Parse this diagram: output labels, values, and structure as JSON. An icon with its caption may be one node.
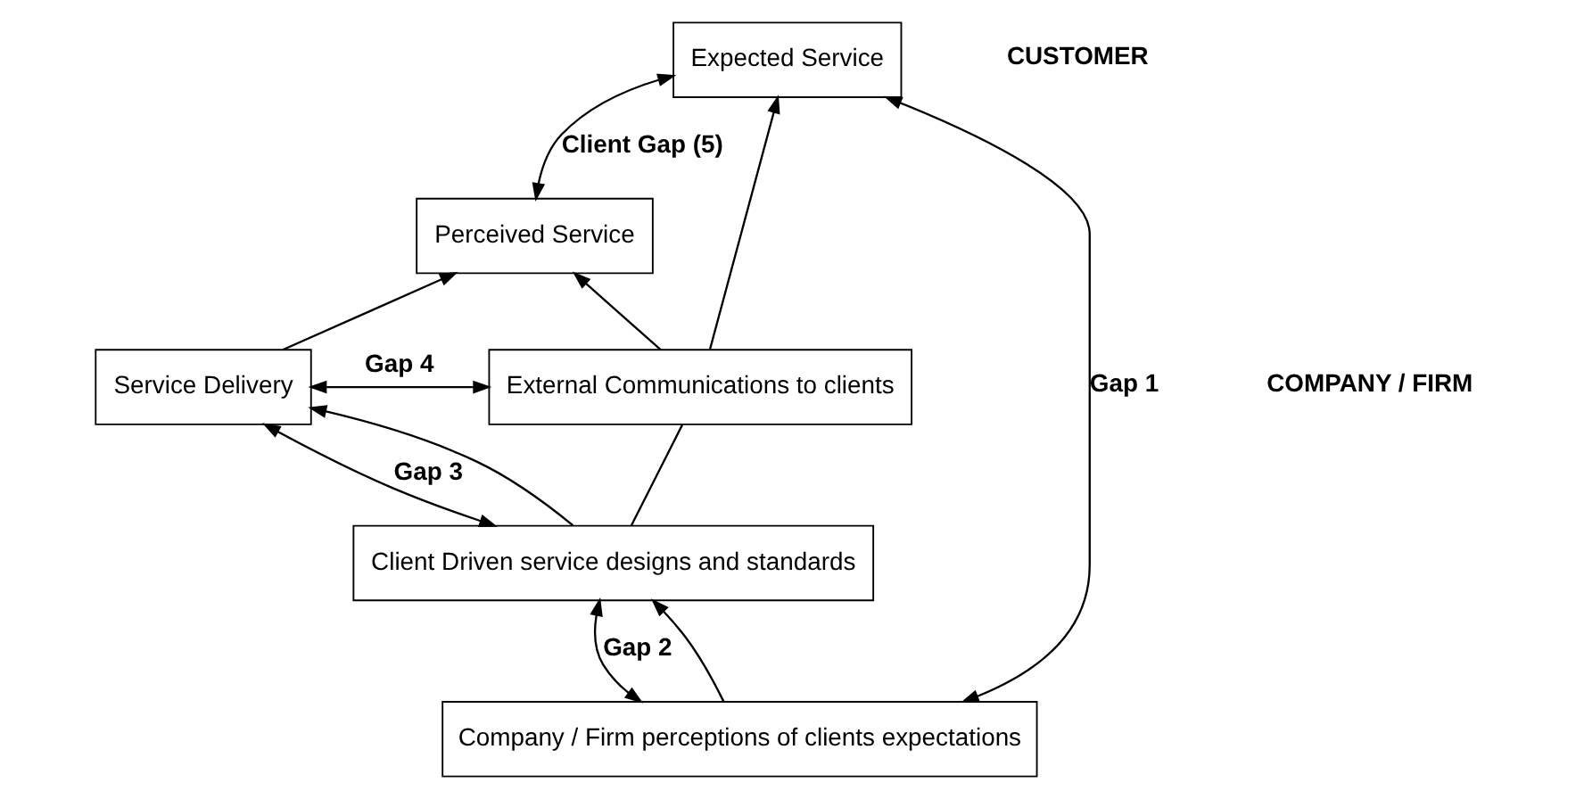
{
  "diagram": {
    "nodes": [
      {
        "text": [
          "Expected Service"
        ]
      },
      {
        "text": [
          "Perceived Service"
        ]
      },
      {
        "text": [
          "Service Delivery"
        ]
      },
      {
        "text": [
          "External Communications to clients"
        ]
      },
      {
        "text": [
          "Client Driven service designs and standards"
        ]
      },
      {
        "text": [
          "Company / Firm perceptions of clients expectations"
        ]
      }
    ],
    "edges": [
      {
        "from": 0,
        "to": 1,
        "arrow": "both",
        "label": "Client Gap (5)"
      },
      {
        "from": 2,
        "to": 1,
        "arrow": "to"
      },
      {
        "from": 3,
        "to": 1,
        "arrow": "to"
      },
      {
        "from": 3,
        "to": 0,
        "arrow": "to"
      },
      {
        "from": 2,
        "to": 3,
        "arrow": "both",
        "label": "Gap 4"
      },
      {
        "from": 4,
        "to": 2,
        "arrow": "both",
        "label": "Gap 3"
      },
      {
        "from": 4,
        "to": 2,
        "arrow": "to"
      },
      {
        "from": 4,
        "to": 3,
        "arrow": "none"
      },
      {
        "from": 5,
        "to": 4,
        "arrow": "both",
        "label": "Gap 2"
      },
      {
        "from": 5,
        "to": 4,
        "arrow": "to"
      },
      {
        "from": 5,
        "to": 0,
        "arrow": "both",
        "label": "Gap 1"
      }
    ],
    "labels": [
      "CUSTOMER",
      "COMPANY / FIRM"
    ]
  }
}
